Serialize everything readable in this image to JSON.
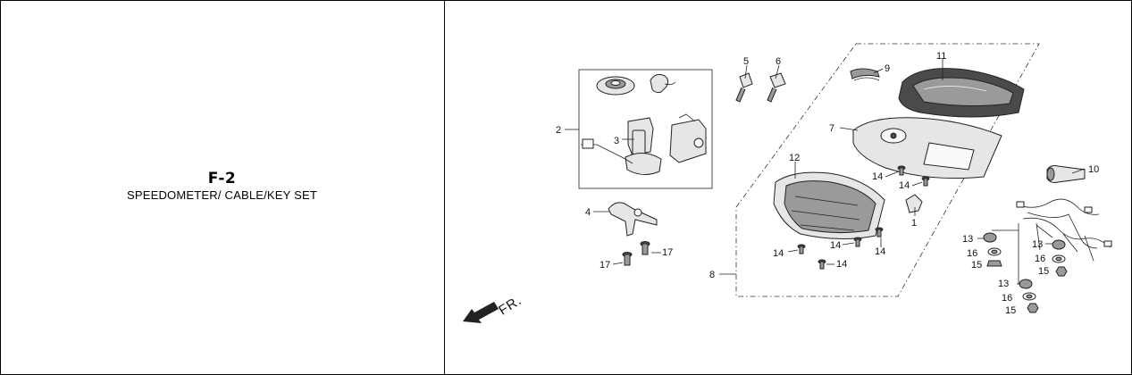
{
  "section": {
    "code": "F-2",
    "title": "SPEEDOMETER/ CABLE/KEY SET"
  },
  "diagram": {
    "direction_label": "FR.",
    "callouts": {
      "p1": "1",
      "p2": "2",
      "p3": "3",
      "p4": "4",
      "p5": "5",
      "p6": "6",
      "p7": "7",
      "p8": "8",
      "p9": "9",
      "p10": "10",
      "p11": "11",
      "p12": "12",
      "p13a": "13",
      "p13b": "13",
      "p13c": "13",
      "p14a": "14",
      "p14b": "14",
      "p14c": "14",
      "p14d": "14",
      "p14e": "14",
      "p14f": "14",
      "p15a": "15",
      "p15b": "15",
      "p15c": "15",
      "p16a": "16",
      "p16b": "16",
      "p16c": "16",
      "p17a": "17",
      "p17b": "17"
    }
  }
}
